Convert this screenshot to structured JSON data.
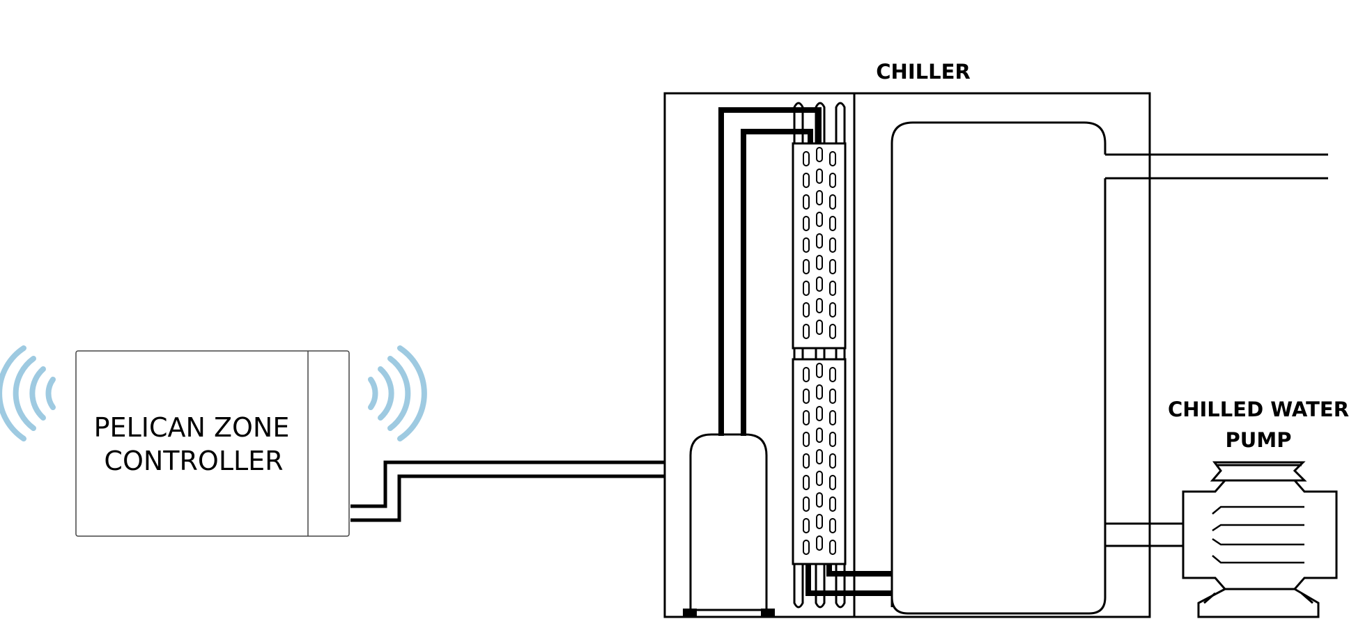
{
  "labels": {
    "chiller": "CHILLER",
    "pump_line1": "CHILLED WATER",
    "pump_line2": "PUMP",
    "controller_line1": "PELICAN ZONE",
    "controller_line2": "CONTROLLER"
  },
  "colors": {
    "line": "#000000",
    "wireless_signal": "#9ecae1",
    "background": "#ffffff"
  },
  "icons": {
    "wireless_left": "wireless-signal-icon",
    "wireless_right": "wireless-signal-icon"
  }
}
